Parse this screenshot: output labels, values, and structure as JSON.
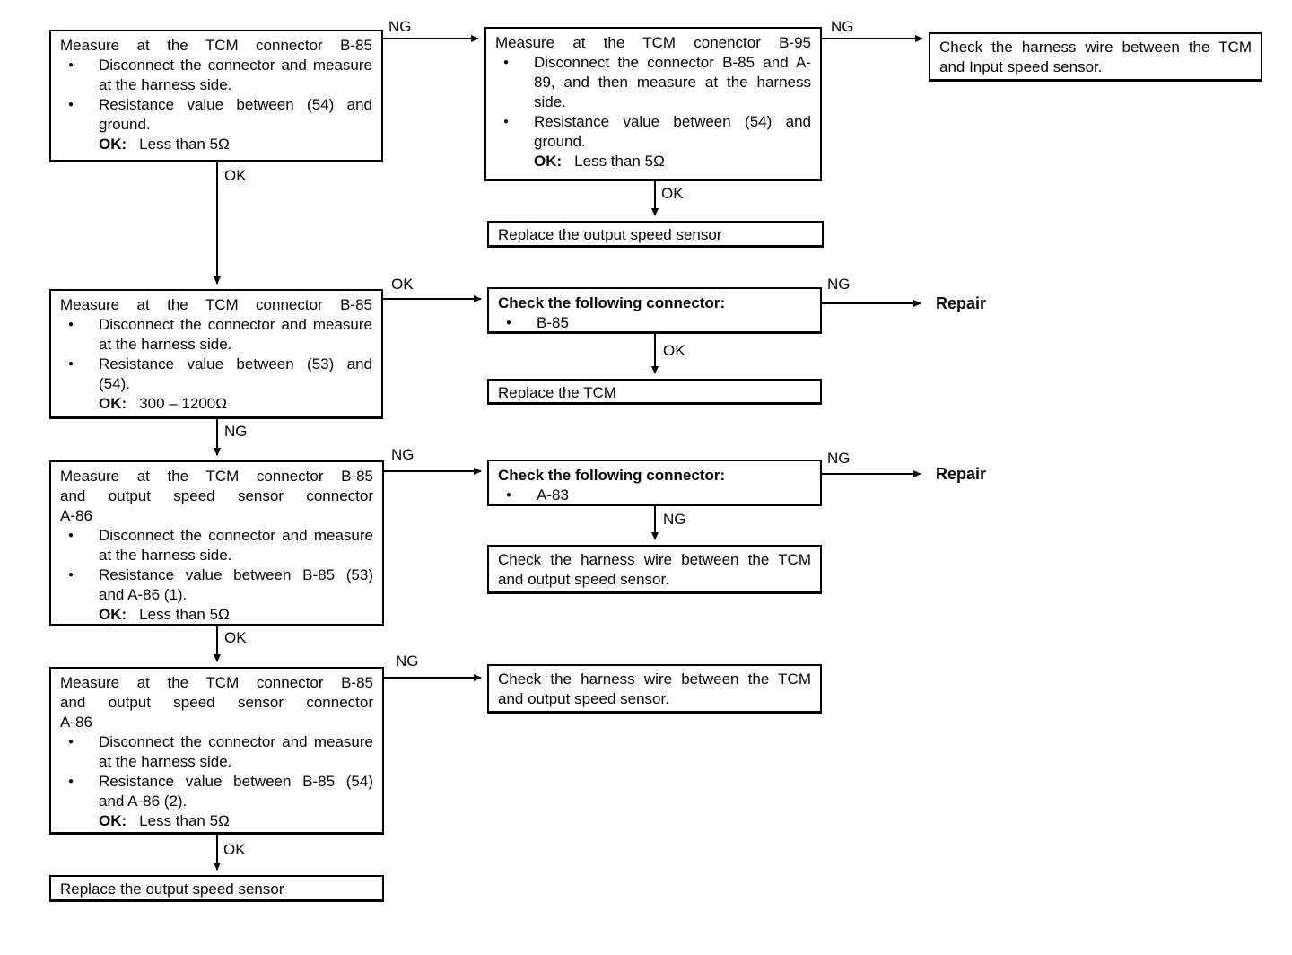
{
  "colors": {
    "ink": "#000000",
    "paper": "#ffffff"
  },
  "glyphs": {
    "bullet": "●"
  },
  "nodes": {
    "n1": {
      "title": "Measure at the TCM connector B-85",
      "b1": "Disconnect the connector and measure at the harness side.",
      "b2": "Resistance value between (54) and ground.",
      "ok_label": "OK:",
      "ok_value": "Less than 5Ω"
    },
    "n2": {
      "title": "Measure at the TCM conenctor B-95",
      "b1": "Disconnect the connector B-85 and A-89, and then measure at the harness side.",
      "b2": "Resistance value between (54) and ground.",
      "ok_label": "OK:",
      "ok_value": "Less than 5Ω"
    },
    "n3": {
      "text": "Check the harness wire between the TCM and Input speed sensor."
    },
    "n4": {
      "text": "Replace the output speed sensor"
    },
    "n5": {
      "title": "Measure at the TCM connector B-85",
      "b1": "Disconnect the connector and measure at the harness side.",
      "b2": "Resistance value between (53) and (54).",
      "ok_label": "OK:",
      "ok_value": "300 – 1200Ω"
    },
    "n6": {
      "header": "Check the following connector:",
      "item": "B-85"
    },
    "n7": {
      "text": "Replace the TCM"
    },
    "n8": {
      "title_l1": "Measure at the TCM connector B-85",
      "title_l2": "and output speed sensor connector",
      "title_l3": "A-86",
      "b1": "Disconnect the connector and measure at the harness side.",
      "b2": "Resistance value between B-85 (53) and A-86 (1).",
      "ok_label": "OK:",
      "ok_value": "Less than 5Ω"
    },
    "n9": {
      "header": "Check the following connector:",
      "item": "A-83"
    },
    "n10": {
      "text": "Check the harness wire between the TCM and output speed sensor."
    },
    "n11": {
      "title_l1": "Measure at the TCM connector B-85",
      "title_l2": "and output speed sensor connector",
      "title_l3": "A-86",
      "b1": "Disconnect the connector and measure at the harness side.",
      "b2": "Resistance value between B-85 (54) and A-86 (2).",
      "ok_label": "OK:",
      "ok_value": "Less than 5Ω"
    },
    "n12": {
      "text": "Check the harness wire between the TCM and output speed sensor."
    },
    "n13": {
      "text": "Replace the output speed sensor"
    }
  },
  "edge_labels": {
    "e1": "NG",
    "e2": "NG",
    "e3": "OK",
    "e4": "OK",
    "e5": "OK",
    "e6": "NG",
    "e7": "OK",
    "e8": "NG",
    "e9": "NG",
    "e10": "NG",
    "e11": "NG",
    "e12": "OK",
    "e13": "NG",
    "e14": "OK",
    "repair1": "Repair",
    "repair2": "Repair"
  }
}
